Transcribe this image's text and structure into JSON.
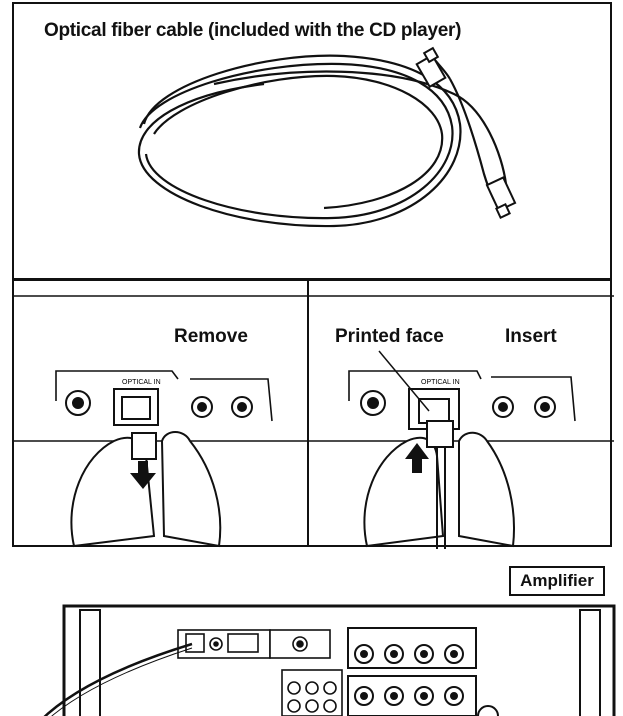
{
  "top": {
    "title": "Optical fiber cable (included with the CD player)"
  },
  "remove": {
    "label": "Remove",
    "jack_label": "OPTICAL IN"
  },
  "insert": {
    "printed_label": "Printed face",
    "label": "Insert",
    "jack_label": "OPTICAL IN"
  },
  "amplifier": {
    "tag": "Amplifier"
  }
}
